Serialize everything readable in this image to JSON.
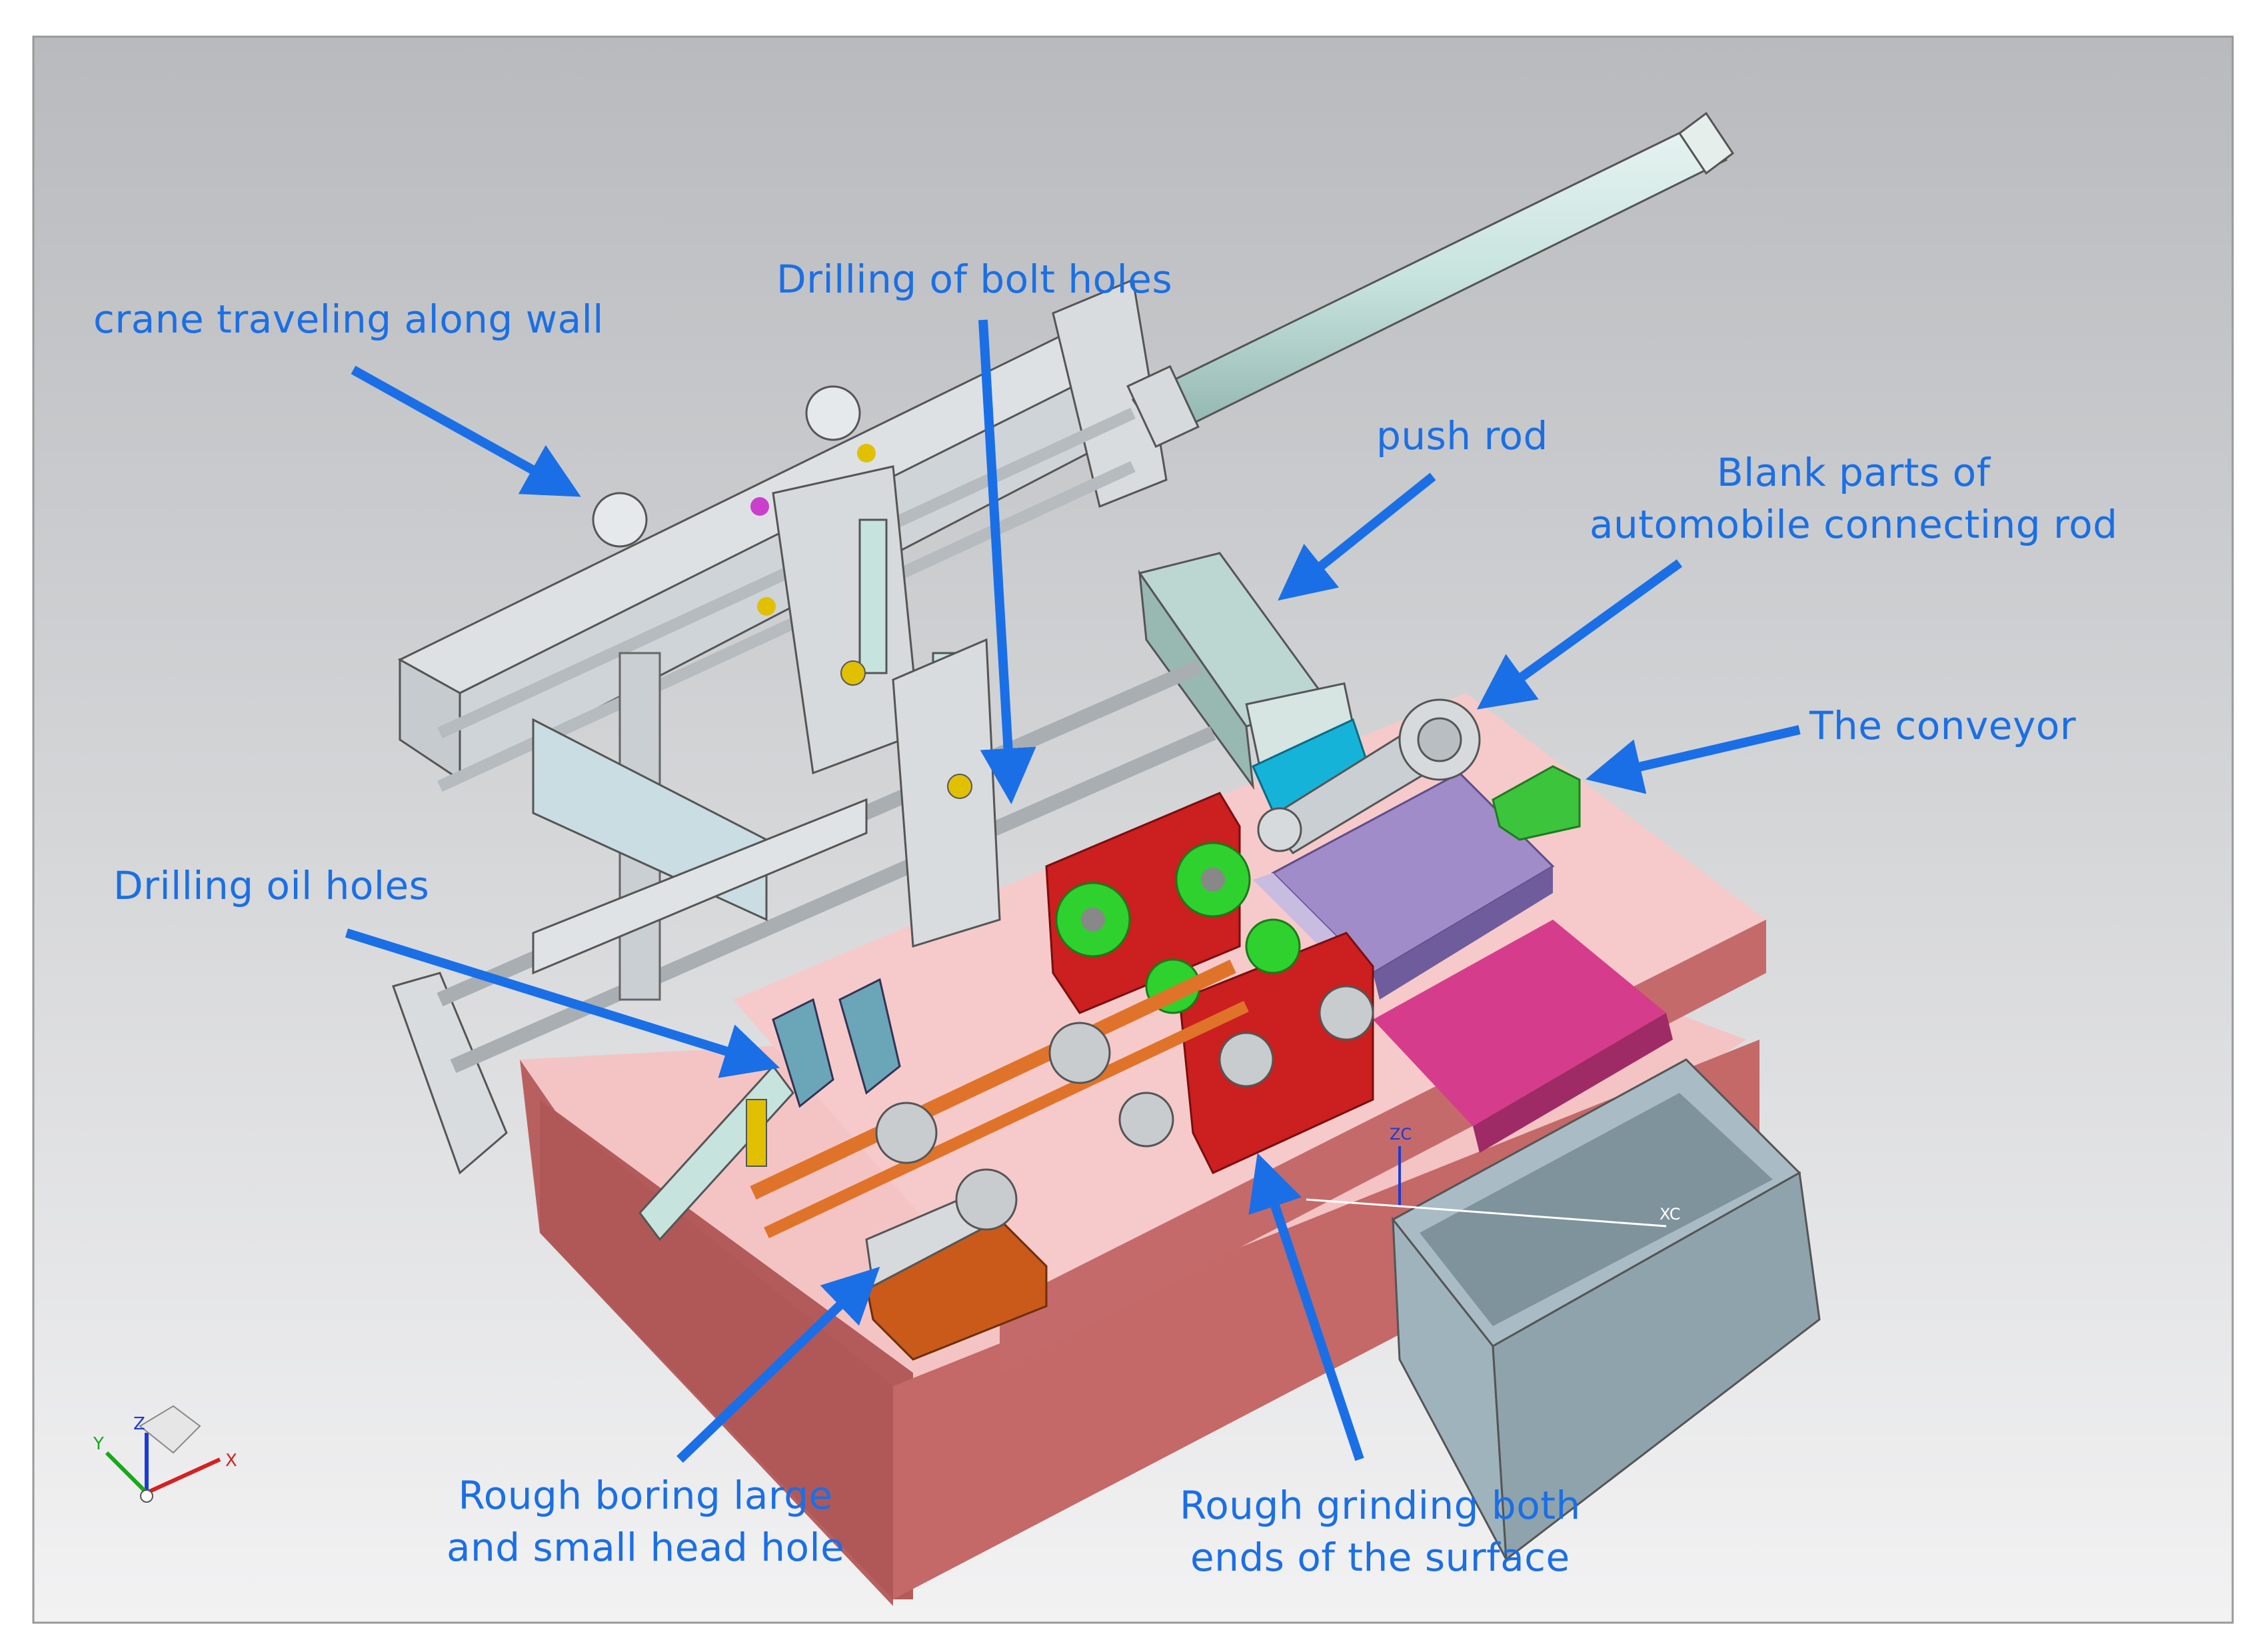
{
  "labels": {
    "crane": "crane traveling along wall",
    "bolt_holes": "Drilling of bolt holes",
    "push_rod": "push rod",
    "blank_parts_line1": "Blank parts of",
    "blank_parts_line2": "automobile connecting rod",
    "conveyor": "The conveyor",
    "oil_holes": "Drilling oil holes",
    "rough_boring_line1": "Rough boring large",
    "rough_boring_line2": "and small head hole",
    "rough_grinding_line1": "Rough grinding both",
    "rough_grinding_line2": "ends of the surface"
  },
  "axes": {
    "x": "X",
    "y": "Y",
    "z": "Z",
    "xc": "XC",
    "zc": "ZC"
  },
  "colors": {
    "annotation": "#1a6fe6",
    "platform_top": "#f2b8b8",
    "platform_side": "#b85f5f",
    "grinder_red": "#cc1f1f",
    "wheel_green": "#2ed12e",
    "conveyor_purple": "#a08cc8",
    "tray_magenta": "#d63c8c",
    "bin_gray": "#8fa3ad",
    "frame_gray": "#d8dcdf",
    "pushrod_cyan": "#16b3d9",
    "orange_motor": "#c95a1a"
  }
}
